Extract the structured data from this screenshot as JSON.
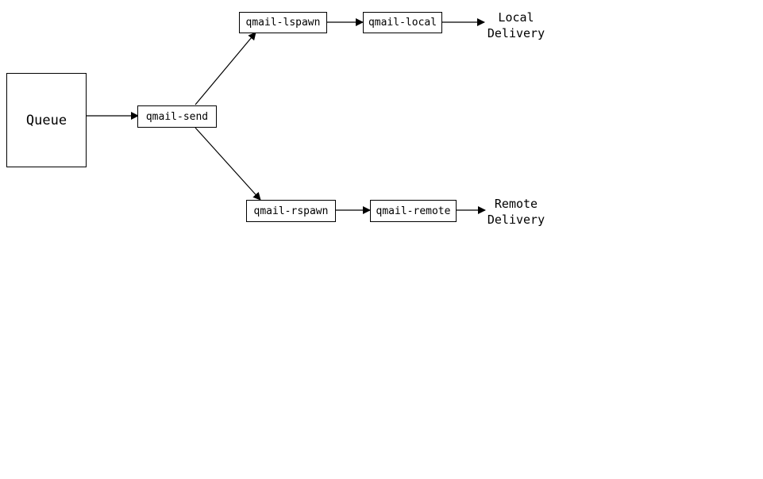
{
  "diagram": {
    "nodes": {
      "queue": "Queue",
      "send": "qmail-send",
      "lspawn": "qmail-lspawn",
      "local": "qmail-local",
      "rspawn": "qmail-rspawn",
      "remote": "qmail-remote"
    },
    "outputs": {
      "local_line1": "Local",
      "local_line2": "Delivery",
      "remote_line1": "Remote",
      "remote_line2": "Delivery"
    },
    "edges": [
      {
        "from": "queue",
        "to": "send"
      },
      {
        "from": "send",
        "to": "lspawn"
      },
      {
        "from": "send",
        "to": "rspawn"
      },
      {
        "from": "lspawn",
        "to": "local"
      },
      {
        "from": "local",
        "to": "local-delivery"
      },
      {
        "from": "rspawn",
        "to": "remote"
      },
      {
        "from": "remote",
        "to": "remote-delivery"
      }
    ]
  }
}
